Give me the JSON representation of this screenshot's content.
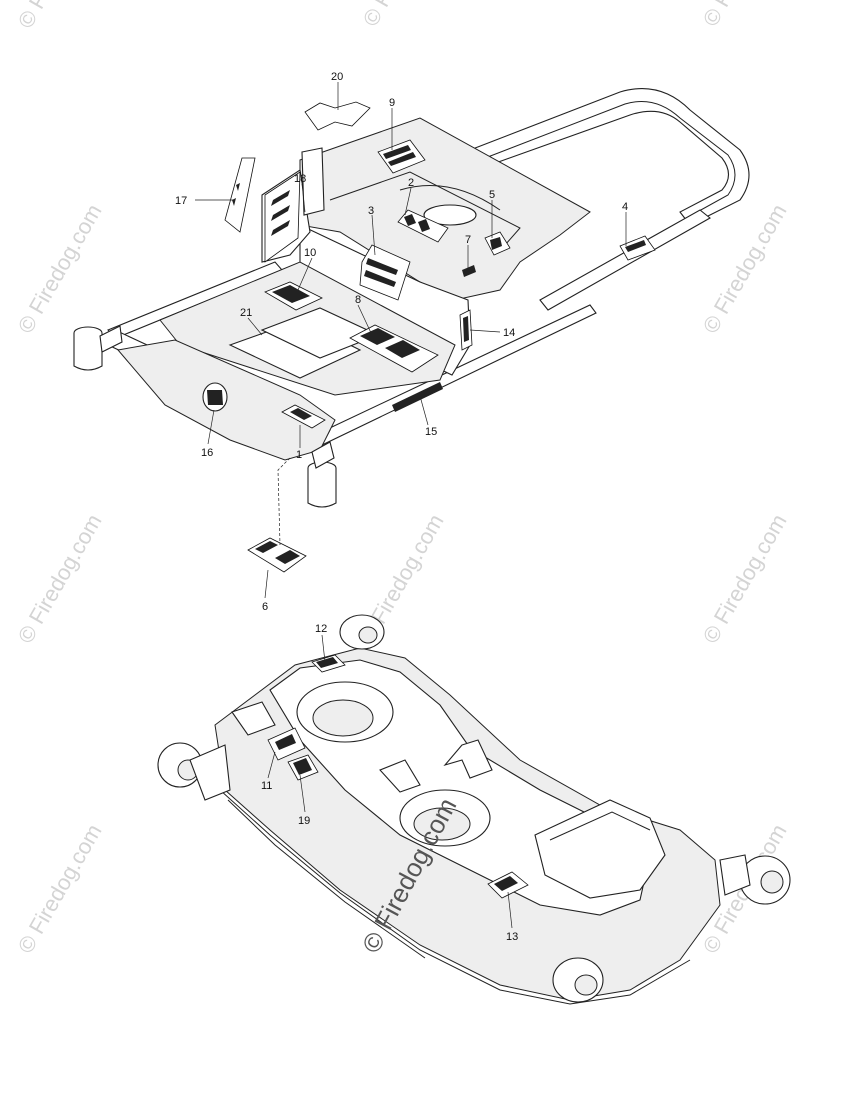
{
  "watermark": {
    "text": "© Firedog.com"
  },
  "callouts": {
    "c1": "1",
    "c2": "2",
    "c3": "3",
    "c4": "4",
    "c5": "5",
    "c6": "6",
    "c7": "7",
    "c8": "8",
    "c9": "9",
    "c10": "10",
    "c11": "11",
    "c12": "12",
    "c13": "13",
    "c14": "14",
    "c15": "15",
    "c16": "16",
    "c17": "17",
    "c18": "18",
    "c19": "19",
    "c20": "20",
    "c21": "21"
  }
}
